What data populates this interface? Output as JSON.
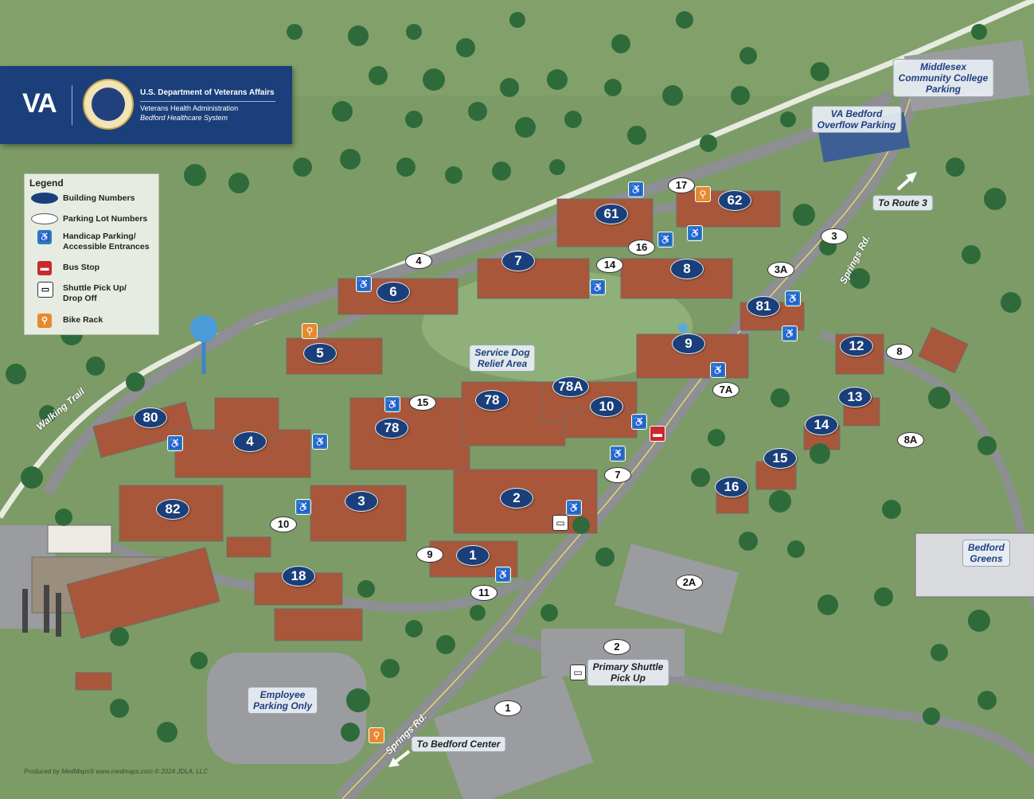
{
  "header": {
    "logo": "VA",
    "line1": "U.S. Department of Veterans Affairs",
    "line2": "Veterans Health Administration",
    "line3": "Bedford Healthcare System"
  },
  "legend": {
    "title": "Legend",
    "building_numbers": "Building Numbers",
    "parking_lot_numbers": "Parking Lot Numbers",
    "handicap_1": "Handicap Parking/",
    "handicap_2": "Accessible Entrances",
    "bus_stop": "Bus Stop",
    "shuttle_1": "Shuttle Pick Up/",
    "shuttle_2": "Drop Off",
    "bike_rack": "Bike Rack"
  },
  "labels": {
    "mcc_1": "Middlesex",
    "mcc_2": "Community College",
    "mcc_3": "Parking",
    "overflow_1": "VA Bedford",
    "overflow_2": "Overflow Parking",
    "to_route_3": "To Route 3",
    "service_dog_1": "Service Dog",
    "service_dog_2": "Relief Area",
    "bedford_greens_1": "Bedford",
    "bedford_greens_2": "Greens",
    "primary_shuttle_1": "Primary Shuttle",
    "primary_shuttle_2": "Pick Up",
    "employee_1": "Employee",
    "employee_2": "Parking Only",
    "to_bedford_center": "To Bedford Center",
    "springs_rd_north": "Springs Rd.",
    "springs_rd_south": "Springs Rd.",
    "walking_trail": "Walking Trail"
  },
  "buildings": [
    "80",
    "4",
    "82",
    "3",
    "18",
    "5",
    "6",
    "7",
    "61",
    "62",
    "8",
    "81",
    "9",
    "78",
    "78A",
    "10",
    "78",
    "2",
    "1",
    "12",
    "13",
    "14",
    "15",
    "16"
  ],
  "parking_lots": [
    "17",
    "16",
    "14",
    "4",
    "3A",
    "3",
    "8",
    "7A",
    "8A",
    "15",
    "7",
    "10",
    "9",
    "11",
    "2A",
    "2",
    "1"
  ],
  "colors": {
    "brand_navy": "#1a3f7a",
    "handicap_blue": "#2e7bbf",
    "bus_red": "#c9282d",
    "bike_orange": "#e7892e",
    "grass": "#7d9b66",
    "road": "#8d8f93"
  },
  "credit": "Produced by MedMaps®  www.medmaps.com   © 2024  JDLA, LLC"
}
